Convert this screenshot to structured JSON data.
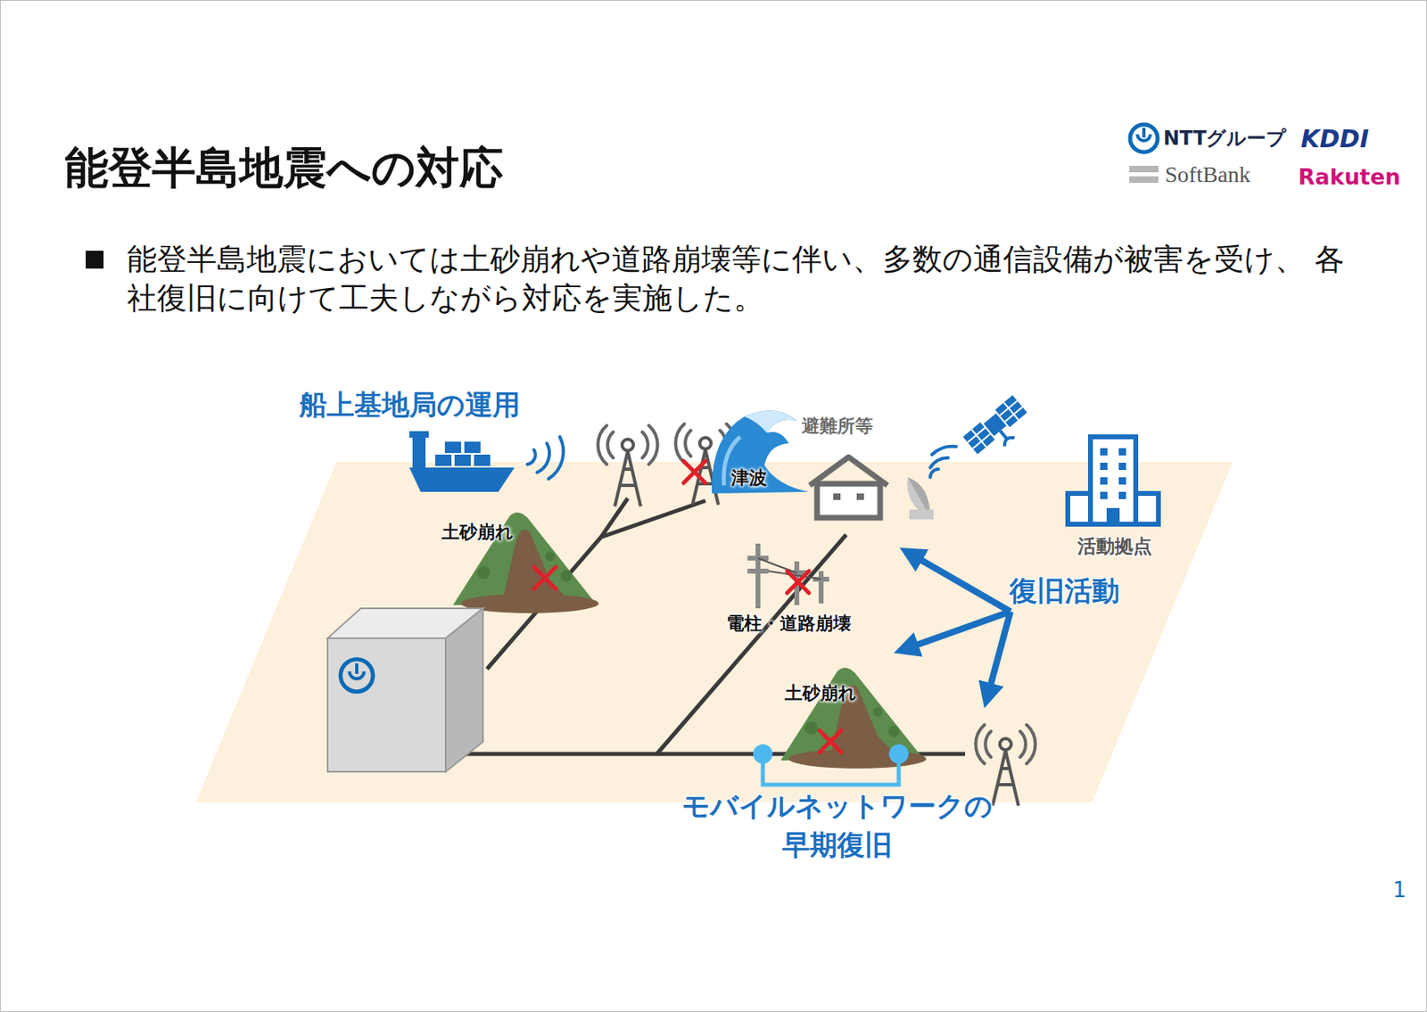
{
  "diagram": {
    "title": "能登半島地震への対応",
    "labels": [
      "NTTグループ",
      "KDDI",
      "SoftBank",
      "Rakuten",
      "能登半島地震においては土砂崩れや道路崩壊等に伴い、多数の通信設備が被害を受け、 各社復旧に向けて工夫しながら対応を実施した。",
      "船上基地局の運用",
      "津波",
      "避難所等",
      "土砂崩れ",
      "活動拠点",
      "復旧活動",
      "電柱・道路崩壊",
      "土砂崩れ",
      "モバイルネットワークの 早期復旧",
      "1"
    ]
  }
}
